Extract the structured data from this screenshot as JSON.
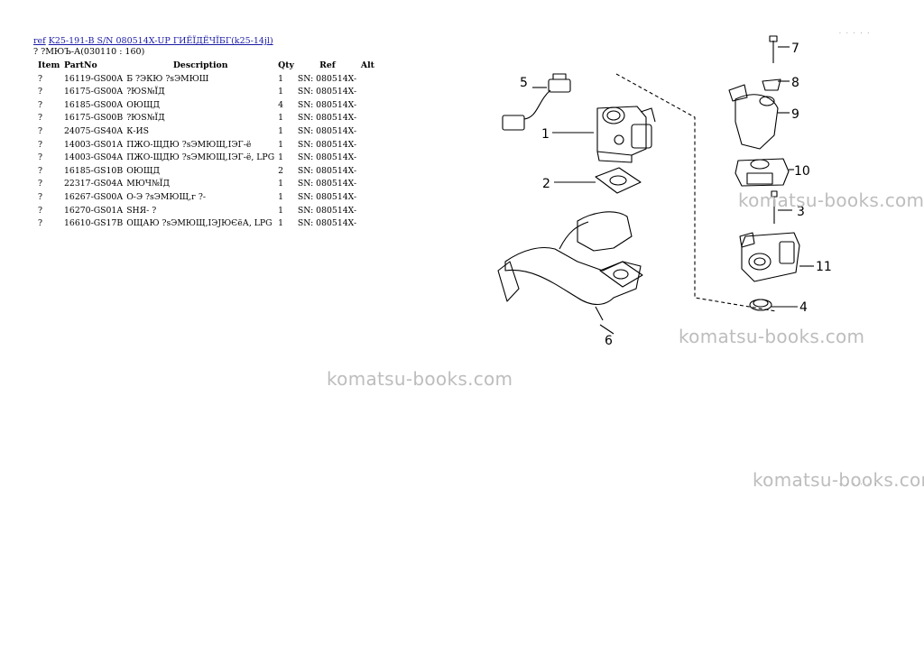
{
  "header": {
    "ref_link": "ref",
    "title_link": "K25-191-B S/N 080514X-UP ГИЁЇДЁЧЇБГ(k25-14jl)",
    "subtitle": "? ?МЮЪ-А(030110 : 160)"
  },
  "table": {
    "columns": [
      "Item",
      "PartNo",
      "Description",
      "Qty",
      "Ref",
      "Alt"
    ],
    "rows": [
      {
        "item": "?",
        "part": "16119-GS00A",
        "desc": "Б ?ЭКЮ ?sЭМЮШ",
        "qty": "1",
        "ref": "SN: 080514X-"
      },
      {
        "item": "?",
        "part": "16175-GS00A",
        "desc": "?ЮS№ЇД",
        "qty": "1",
        "ref": "SN: 080514X-"
      },
      {
        "item": "?",
        "part": "16185-GS00A",
        "desc": "ОЮЩД",
        "qty": "4",
        "ref": "SN: 080514X-"
      },
      {
        "item": "?",
        "part": "16175-GS00B",
        "desc": "?ЮS№ЇД",
        "qty": "1",
        "ref": "SN: 080514X-"
      },
      {
        "item": "?",
        "part": "24075-GS40A",
        "desc": "К-ИS",
        "qty": "1",
        "ref": "SN: 080514X-"
      },
      {
        "item": "?",
        "part": "14003-GS01A",
        "desc": "ПЖО-ЩДЮ ?sЭМЮЩ,ІЭГ-ё",
        "qty": "1",
        "ref": "SN: 080514X-"
      },
      {
        "item": "?",
        "part": "14003-GS04A",
        "desc": "ПЖО-ЩДЮ ?sЭМЮЩ,ІЭГ-ё, LPG",
        "qty": "1",
        "ref": "SN: 080514X-"
      },
      {
        "item": "?",
        "part": "16185-GS10B",
        "desc": "ОЮЩД",
        "qty": "2",
        "ref": "SN: 080514X-"
      },
      {
        "item": "?",
        "part": "22317-GS04A",
        "desc": "МЮЧ№ЇД",
        "qty": "1",
        "ref": "SN: 080514X-"
      },
      {
        "item": "?",
        "part": "16267-GS00A",
        "desc": "О-Э ?sЭМЮЩ,г ?-",
        "qty": "1",
        "ref": "SN: 080514X-"
      },
      {
        "item": "?",
        "part": "16270-GS01A",
        "desc": "SНЯ- ?",
        "qty": "1",
        "ref": "SN: 080514X-"
      },
      {
        "item": "?",
        "part": "16610-GS17B",
        "desc": "ОЩАЮ ?sЭМЮЩ,ІЭЈЮЄёА, LPG",
        "qty": "1",
        "ref": "SN: 080514X-"
      }
    ]
  },
  "diagram": {
    "callouts": [
      "1",
      "2",
      "3",
      "4",
      "5",
      "6",
      "7",
      "8",
      "9",
      "10",
      "11"
    ]
  },
  "watermark": "komatsu-books.com",
  "corner_marks": {
    "top": "· · · · ·",
    "bottom": "· · · · · ·"
  }
}
